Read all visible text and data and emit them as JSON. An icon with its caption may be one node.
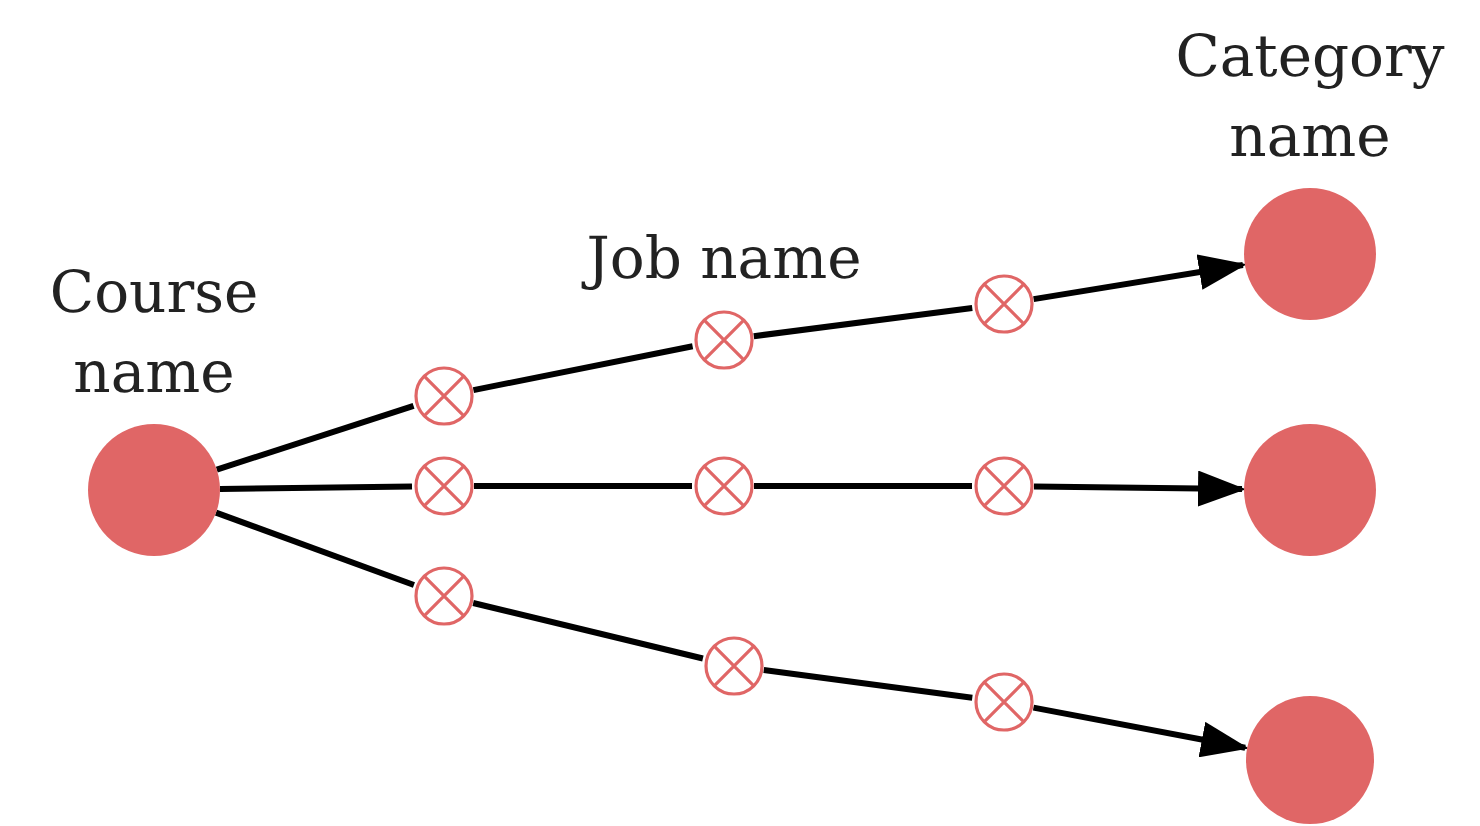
{
  "diagram": {
    "nodes": [
      {
        "text": [
          "Course name"
        ]
      },
      {
        "text": [
          "Category name"
        ]
      },
      {
        "text": [],
        "shape": "circle"
      },
      {
        "text": [],
        "shape": "circle"
      },
      {
        "text": [],
        "shape": "circle"
      },
      {
        "text": [
          "Job name"
        ]
      },
      {
        "text": [],
        "shape": "circle"
      },
      {
        "text": [],
        "shape": "circle"
      },
      {
        "text": [],
        "shape": "circle"
      },
      {
        "text": [],
        "shape": "circle"
      },
      {
        "text": [],
        "shape": "circle"
      },
      {
        "text": [],
        "shape": "circle"
      },
      {
        "text": [],
        "shape": "circle"
      }
    ],
    "edges": [
      {
        "from": 0,
        "to": 4,
        "arrow": "none"
      },
      {
        "from": 4,
        "to": 5,
        "arrow": "none"
      },
      {
        "from": 5,
        "to": 6,
        "arrow": "none"
      },
      {
        "from": 6,
        "to": 1,
        "arrow": "to"
      },
      {
        "from": 0,
        "to": 7,
        "arrow": "none"
      },
      {
        "from": 7,
        "to": 8,
        "arrow": "none"
      },
      {
        "from": 8,
        "to": 9,
        "arrow": "none"
      },
      {
        "from": 9,
        "to": 2,
        "arrow": "to"
      },
      {
        "from": 0,
        "to": 10,
        "arrow": "none"
      },
      {
        "from": 10,
        "to": 11,
        "arrow": "none"
      },
      {
        "from": 11,
        "to": 12,
        "arrow": "none"
      },
      {
        "from": 12,
        "to": 3,
        "arrow": "to"
      }
    ]
  }
}
